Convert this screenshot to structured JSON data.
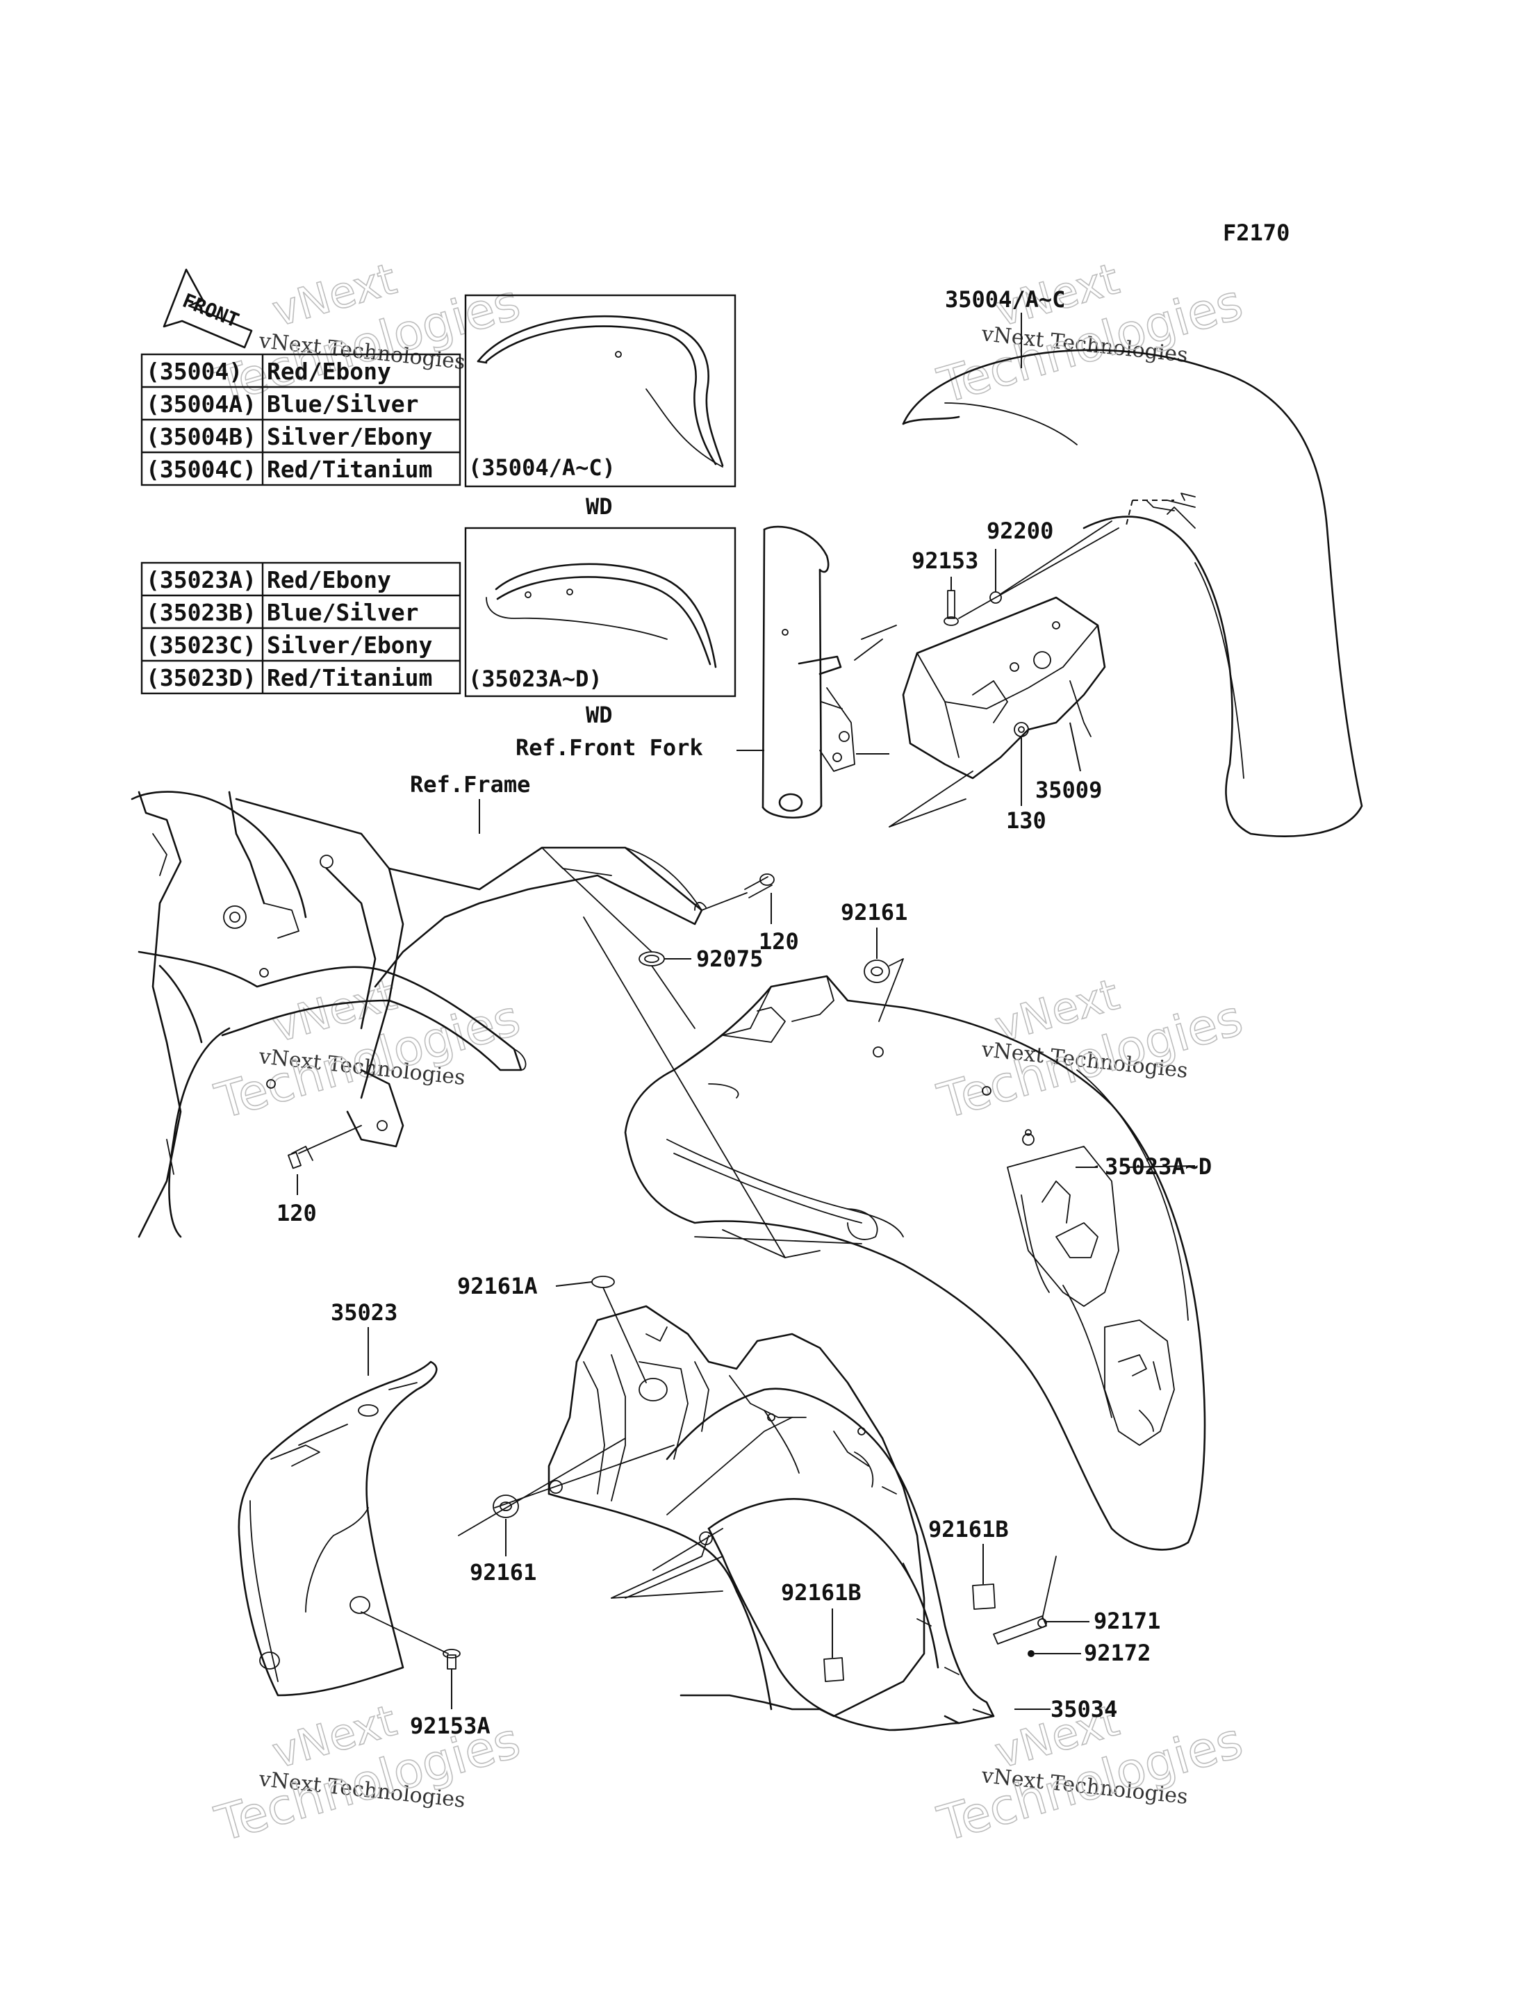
{
  "figure_code": "F2170",
  "front_arrow_label": "FRONT",
  "watermark": {
    "brand": "vNext",
    "line": "vNext Technologies",
    "big": "Technologies"
  },
  "color_table_1": [
    {
      "part": "(35004)",
      "color": "Red/Ebony"
    },
    {
      "part": "(35004A)",
      "color": "Blue/Silver"
    },
    {
      "part": "(35004B)",
      "color": "Silver/Ebony"
    },
    {
      "part": "(35004C)",
      "color": "Red/Titanium"
    }
  ],
  "color_table_2": [
    {
      "part": "(35023A)",
      "color": "Red/Ebony"
    },
    {
      "part": "(35023B)",
      "color": "Blue/Silver"
    },
    {
      "part": "(35023C)",
      "color": "Silver/Ebony"
    },
    {
      "part": "(35023D)",
      "color": "Red/Titanium"
    }
  ],
  "inset_1": {
    "caption": "(35004/A~C)",
    "note": "WD"
  },
  "inset_2": {
    "caption": "(35023A~D)",
    "note": "WD"
  },
  "callouts": {
    "front_fender_top": "35004/A~C",
    "bolt_92153": "92153",
    "washer_92200": "92200",
    "bracket_35009": "35009",
    "nut_130": "130",
    "ref_front_fork": "Ref.Front Fork",
    "ref_frame": "Ref.Frame",
    "bolt_120_upper": "120",
    "bolt_120_lower": "120",
    "grommet_92161_top": "92161",
    "grommet_92075": "92075",
    "rear_fender": "35023A~D",
    "cap_92161A": "92161A",
    "flap_35023": "35023",
    "grommet_92161_left": "92161",
    "pad_92161B_right": "92161B",
    "pad_92161B_left": "92161B",
    "strap_92171": "92171",
    "screw_92172": "92172",
    "inner_35034": "35034",
    "bolt_92153A": "92153A"
  }
}
